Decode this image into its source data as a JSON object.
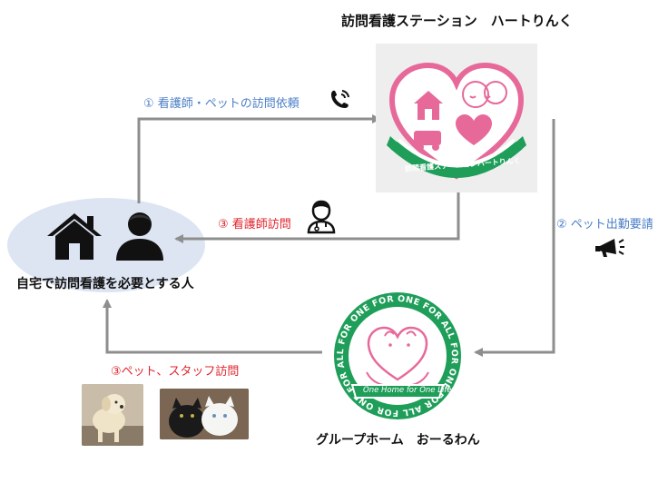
{
  "station": {
    "title": "訪問看護ステーション　ハートりんく",
    "logo_banner": "訪問看護ステーションハートりんく"
  },
  "home": {
    "label": "自宅で訪問看護を必要とする人"
  },
  "grouphome": {
    "label": "グループホーム　おーるわん",
    "logo_ring_text": "ONE FOR ALL FOR ONE FOR ALL FOR ONE FOR ALL FOR ONE FOR ALL FOR",
    "logo_ribbon": "One Home for One Life"
  },
  "flows": {
    "f1": "① 看護師・ペットの訪問依頼",
    "f2": "② ペット出勤要請",
    "f3a": "③ 看護師訪問",
    "f3b": "③ペット、スタッフ訪問"
  },
  "colors": {
    "arrow": "#8e8e8e",
    "blue_text": "#4a7ec6",
    "red_text": "#e0242c",
    "home_ellipse": "#dde5f3",
    "heart_pink": "#e7699a",
    "logo_green": "#1f9e5a",
    "icon_dark": "#222222"
  }
}
